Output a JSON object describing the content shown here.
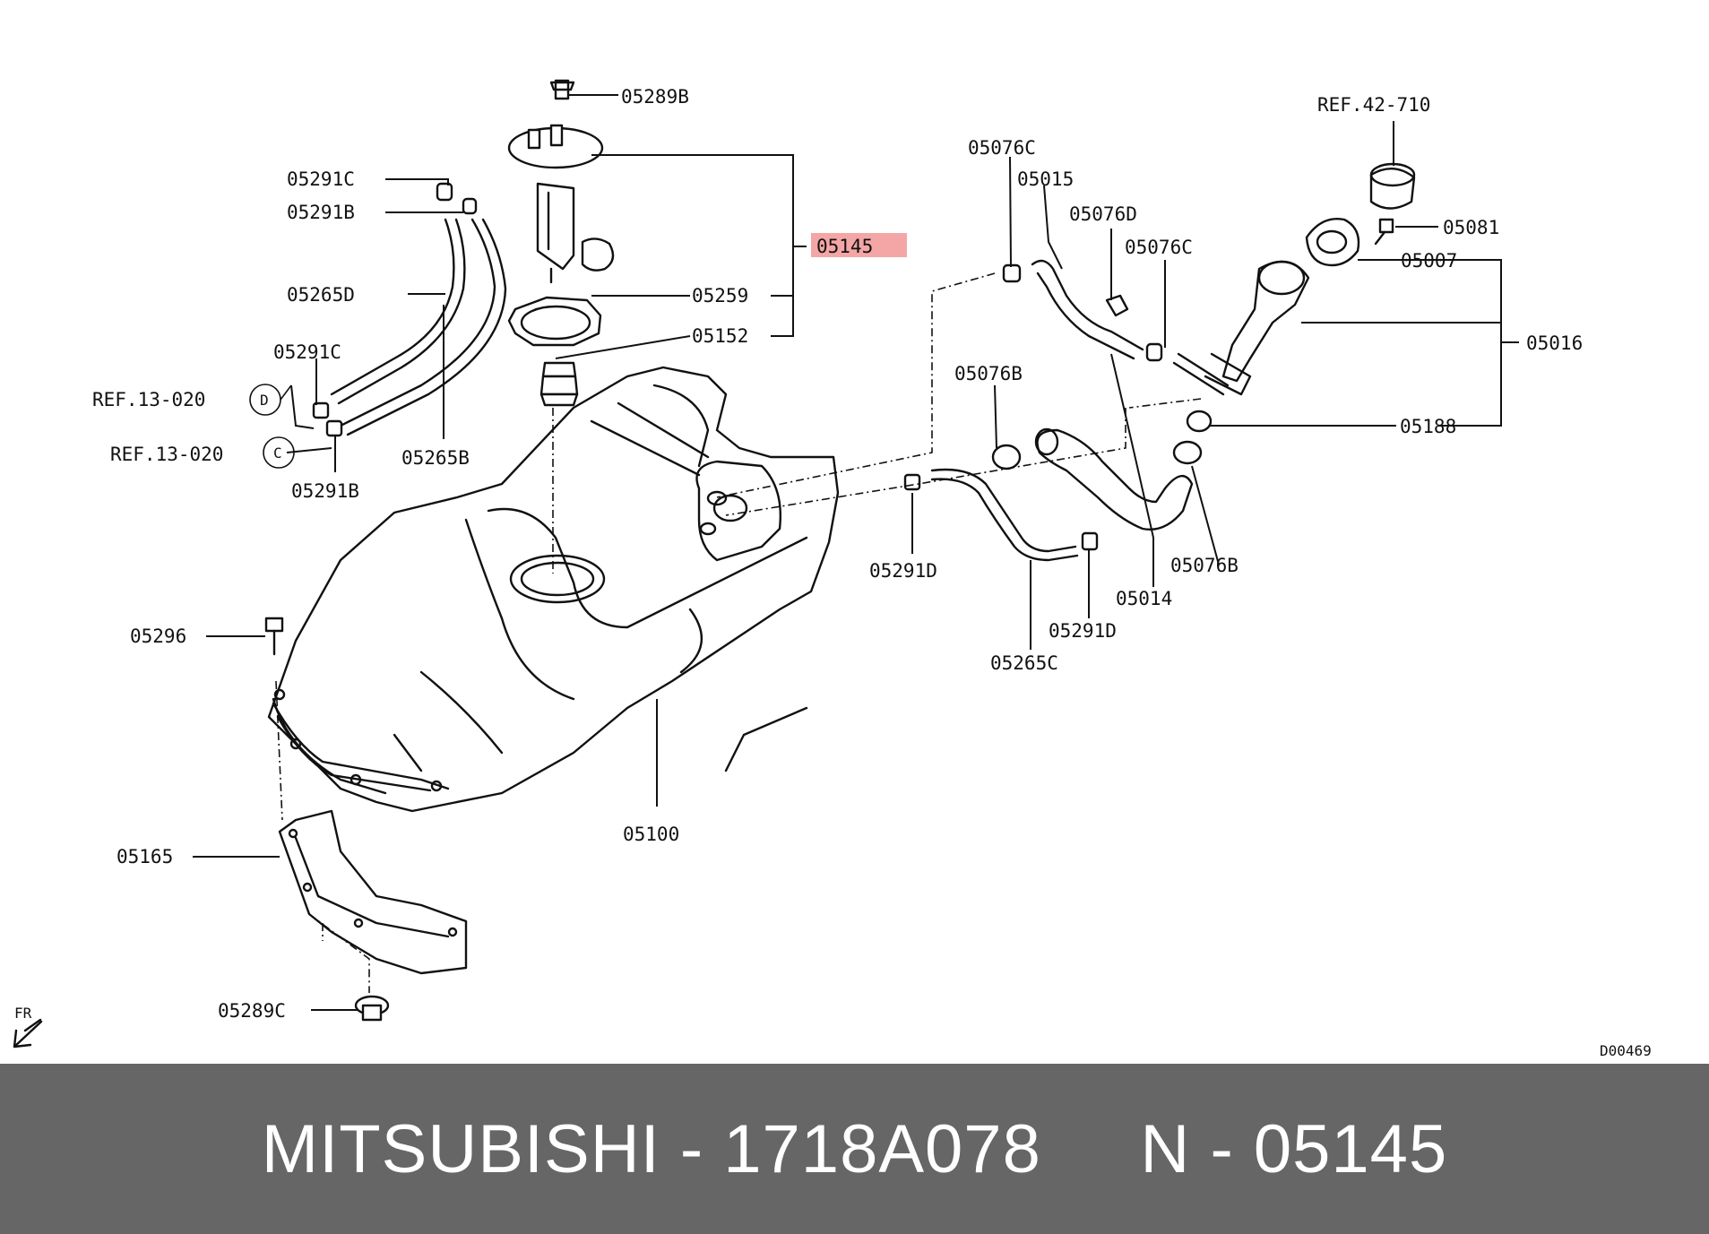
{
  "diagram": {
    "labels": {
      "p05289B": "05289B",
      "p05291C_top": "05291C",
      "p05291B_top": "05291B",
      "p05145": "05145",
      "p05265D": "05265D",
      "p05259": "05259",
      "p05152": "05152",
      "p05291C_mid": "05291C",
      "ref13020_d": "REF.13-020",
      "circle_d": "D",
      "ref13020_c": "REF.13-020",
      "circle_c": "C",
      "p05265B": "05265B",
      "p05291B_bot": "05291B",
      "p05296": "05296",
      "p05165": "05165",
      "p05100": "05100",
      "p05289C": "05289C",
      "fr": "FR",
      "p05076C_top": "05076C",
      "p05015": "05015",
      "p05076D": "05076D",
      "p05076C_mid": "05076C",
      "ref42710": "REF.42-710",
      "p05081": "05081",
      "p05007": "05007",
      "p05016": "05016",
      "p05076B_top": "05076B",
      "p05188": "05188",
      "p05291D_left": "05291D",
      "p05076B_right": "05076B",
      "p05014": "05014",
      "p05291D_bot": "05291D",
      "p05265C": "05265C",
      "code": "D00469"
    },
    "highlight_color": "#f4a6a6"
  },
  "footer": {
    "brand": "MITSUBISHI",
    "sep1": "-",
    "part_number": "1718A078",
    "n_label": "N",
    "sep2": "-",
    "ref": "05145",
    "background": "#666666",
    "text_color": "#ffffff"
  }
}
